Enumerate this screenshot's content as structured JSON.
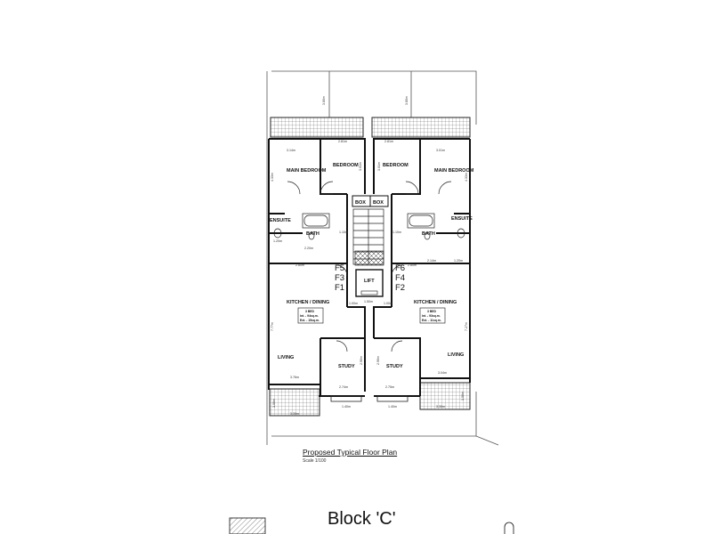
{
  "plan": {
    "left_unit": {
      "main_bedroom": "MAIN BEDROOM",
      "bedroom": "BEDROOM",
      "ensuite": "ENSUITE",
      "bath": "BATH",
      "box": "BOX",
      "kitchen_dining": "KITCHEN / DINING",
      "living": "LIVING",
      "study": "STUDY",
      "area_note": [
        "3 BED",
        "Int. - 94sq.m.",
        "Ext. - 15sq.m."
      ],
      "floors": [
        "F5",
        "F3",
        "F1"
      ]
    },
    "right_unit": {
      "main_bedroom": "MAIN BEDROOM",
      "bedroom": "BEDROOM",
      "ensuite": "ENSUITE",
      "bath": "BATH",
      "box": "BOX",
      "kitchen_dining": "KITCHEN / DINING",
      "living": "LIVING",
      "study": "STUDY",
      "area_note": [
        "3 BED",
        "Int. - 93sq.m.",
        "Ext. - 11sq.m."
      ],
      "floors": [
        "F6",
        "F4",
        "F2"
      ]
    },
    "lift": "LIFT",
    "dimensions": {
      "top_left_span": "3.80m",
      "top_right_span": "3.80m",
      "bedroom_l_width": "2.81m",
      "bedroom_r_width": "2.81m",
      "main_bed_l_width": "3.14m",
      "main_bed_r_width": "3.01m",
      "bed_l_height": "3.01m",
      "bed_r_height": "3.01m",
      "main_bed_l_height": "4.33m",
      "main_bed_r_height": "4.33m",
      "stair_l": "1.10m",
      "stair_r": "1.10m",
      "ensuite_l": "1.20m",
      "bath_l": "2.20m",
      "bath_r": "2.14m",
      "ensuite_r": "1.20m",
      "kitchen_l_top": "2.80m",
      "kitchen_r_top": "2.80m",
      "lift_w": "1.50m",
      "living_l_height": "7.77m",
      "living_r_height": "7.27m",
      "corr_l": "1.00m",
      "corr_r": "1.00m",
      "study_l_w": "2.74m",
      "study_r_w": "2.75m",
      "living_l_w": "3.76m",
      "living_r_w": "3.04m",
      "balc_l": "3.30m",
      "balc_r": "3.30m",
      "win_l": "1.40m",
      "win_r": "1.40m",
      "study_l_h": "2.90m",
      "study_r_h": "2.90m",
      "balc_l_h": "1.00m",
      "balc_r_h": "1.00m"
    }
  },
  "caption": "Proposed Typical Floor Plan",
  "scale": "Scale 1/100",
  "block_title": "Block 'C'"
}
